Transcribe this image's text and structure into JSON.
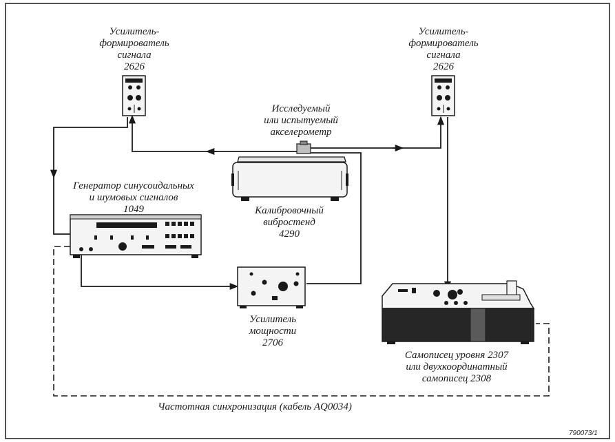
{
  "labels": {
    "amp_left": {
      "line1": "Усилитель-",
      "line2": "формирователь",
      "line3": "сигнала",
      "model": "2626"
    },
    "amp_right": {
      "line1": "Усилитель-",
      "line2": "формирователь",
      "line3": "сигнала",
      "model": "2626"
    },
    "accelerometer": {
      "line1": "Исследуемый",
      "line2": "или испытуемый",
      "line3": "акселерометр"
    },
    "generator": {
      "line1": "Генератор синусоидальных",
      "line2": "и шумовых сигналов",
      "model": "1049"
    },
    "exciter": {
      "line1": "Калибровочный",
      "line2": "вибростенд",
      "model": "4290"
    },
    "power_amp": {
      "line1": "Усилитель",
      "line2": "мощности",
      "model": "2706"
    },
    "recorder": {
      "line1": "Самописец уровня 2307",
      "line2": "или двухкоординатный",
      "line3": "самописец 2308"
    },
    "sync": "Частотная синхронизация (кабель AQ0034)"
  },
  "figure_code": "790073/1",
  "colors": {
    "ink": "#1a1a1a",
    "paper": "#ffffff",
    "panel": "#f4f4f4",
    "dark": "#262626"
  }
}
